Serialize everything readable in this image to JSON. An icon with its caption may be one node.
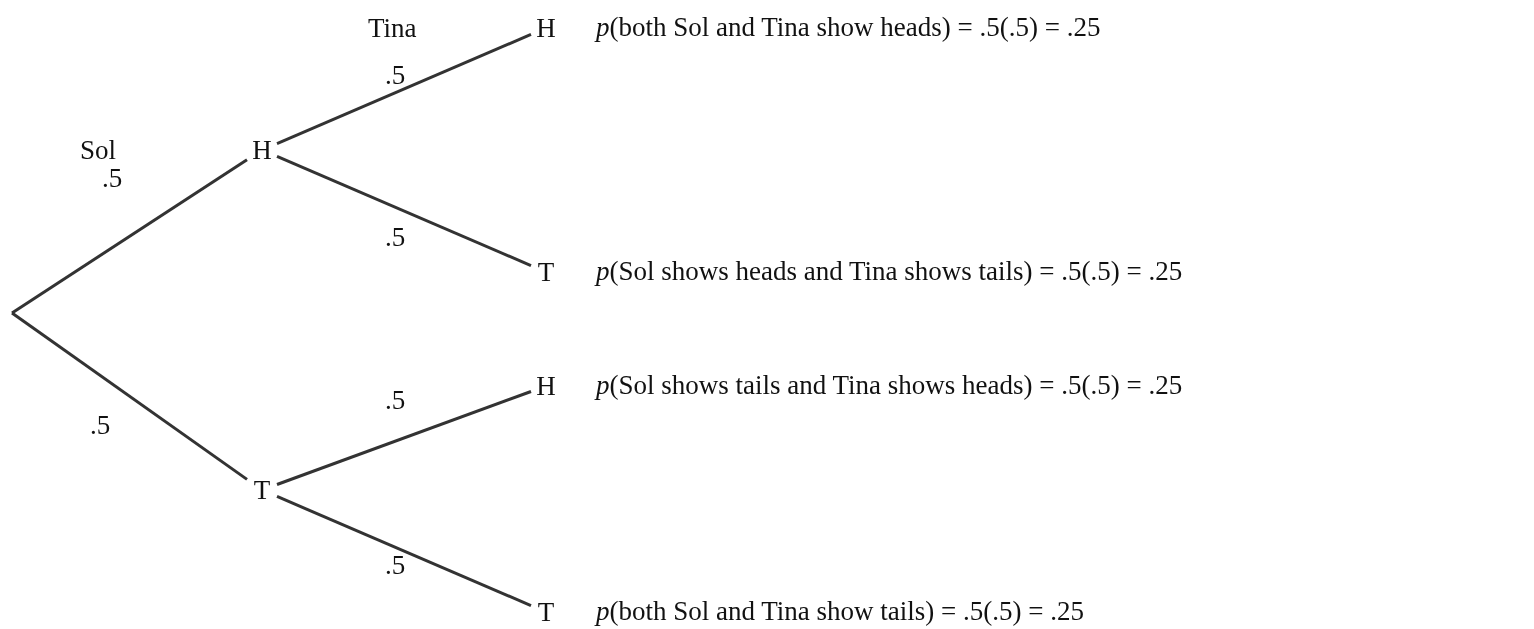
{
  "diagram": {
    "nodes": [
      {
        "text": [
          "H"
        ]
      },
      {
        "text": [
          "T"
        ]
      },
      {
        "text": [
          "H"
        ],
        "beside": [
          "*p*(both Sol and Tina show heads) = .5(.5) = .25"
        ]
      },
      {
        "text": [
          "T"
        ],
        "beside": [
          "*p*(Sol shows heads and Tina shows tails) = .5(.5) = .25"
        ]
      },
      {
        "text": [
          "H"
        ],
        "beside": [
          "*p*(Sol shows tails and Tina shows heads) = .5(.5) = .25"
        ]
      },
      {
        "text": [
          "T"
        ],
        "beside": [
          "*p*(both Sol and Tina show tails) = .5(.5) = .25"
        ]
      }
    ],
    "edges": [
      {
        "from": null,
        "to": 0,
        "arrow": "none",
        "label": ".5"
      },
      {
        "from": null,
        "to": 1,
        "arrow": "none",
        "label": ".5"
      },
      {
        "from": 0,
        "to": 2,
        "arrow": "none",
        "label": ".5"
      },
      {
        "from": 0,
        "to": 3,
        "arrow": "none",
        "label": ".5"
      },
      {
        "from": 1,
        "to": 4,
        "arrow": "none",
        "label": ".5"
      },
      {
        "from": 1,
        "to": 5,
        "arrow": "none",
        "label": ".5"
      }
    ],
    "labels": [
      "Sol",
      "Tina"
    ]
  }
}
